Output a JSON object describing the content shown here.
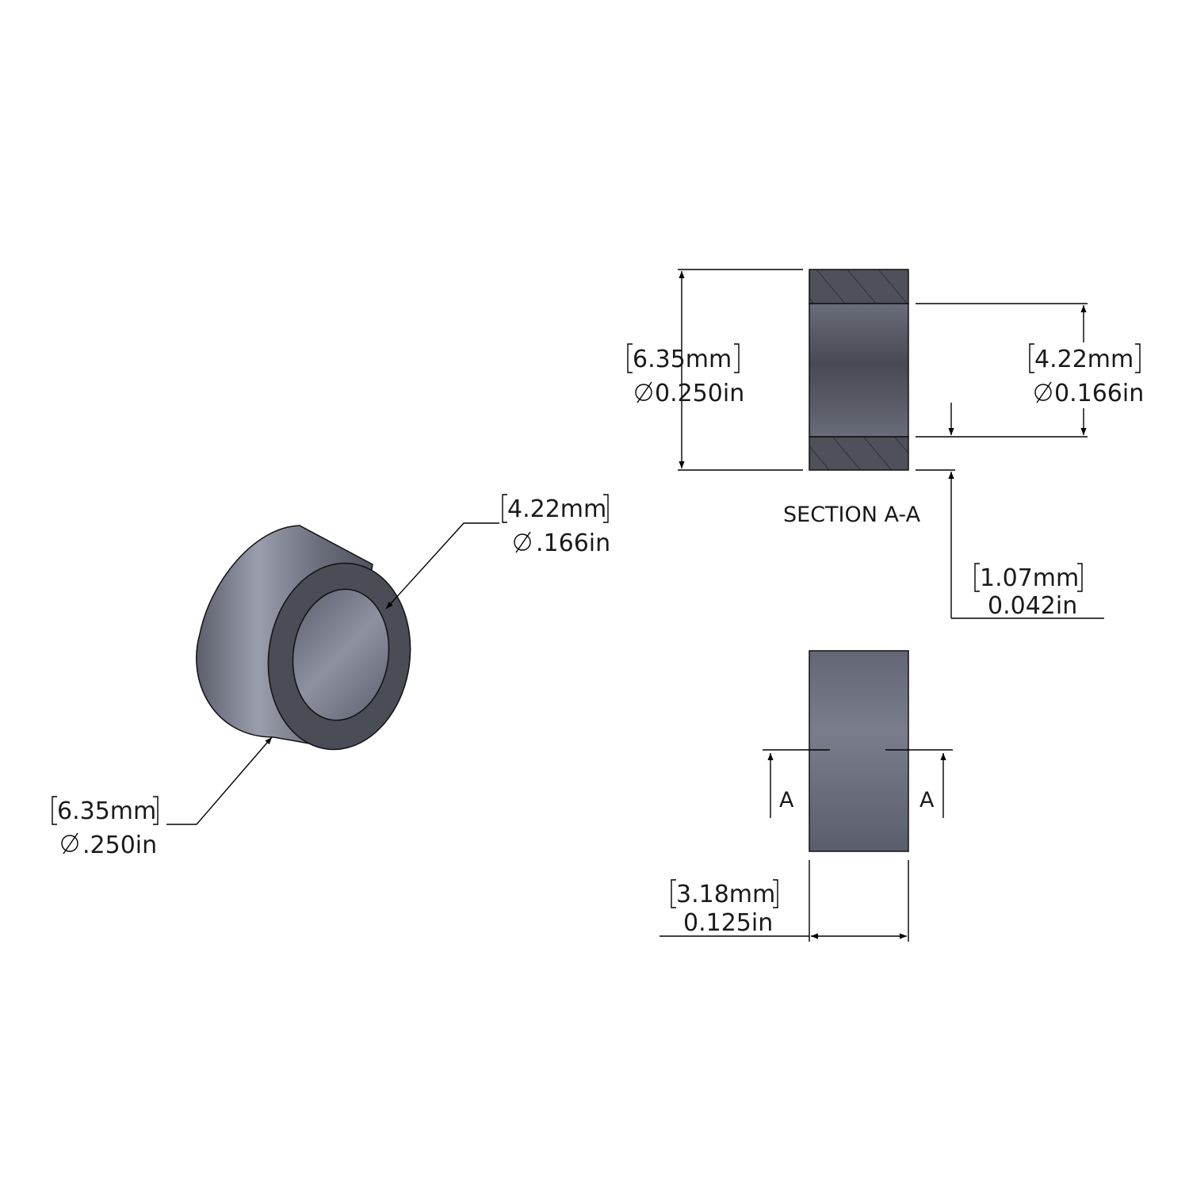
{
  "iso_view": {
    "inner_dim": {
      "mm": "4.22mm",
      "in": ".166in"
    },
    "outer_dim": {
      "mm": "6.35mm",
      "in": ".250in"
    }
  },
  "section_view": {
    "title": "SECTION A-A",
    "outer_dim": {
      "mm": "6.35mm",
      "in": "0.250in"
    },
    "inner_dim": {
      "mm": "4.22mm",
      "in": "0.166in"
    },
    "wall_dim": {
      "mm": "1.07mm",
      "in": "0.042in"
    }
  },
  "front_view": {
    "section_marker": "A",
    "length_dim": {
      "mm": "3.18mm",
      "in": "0.125in"
    }
  },
  "colors": {
    "body": "#6f7383",
    "face": "#4a4c56",
    "section": "#4e505a"
  }
}
